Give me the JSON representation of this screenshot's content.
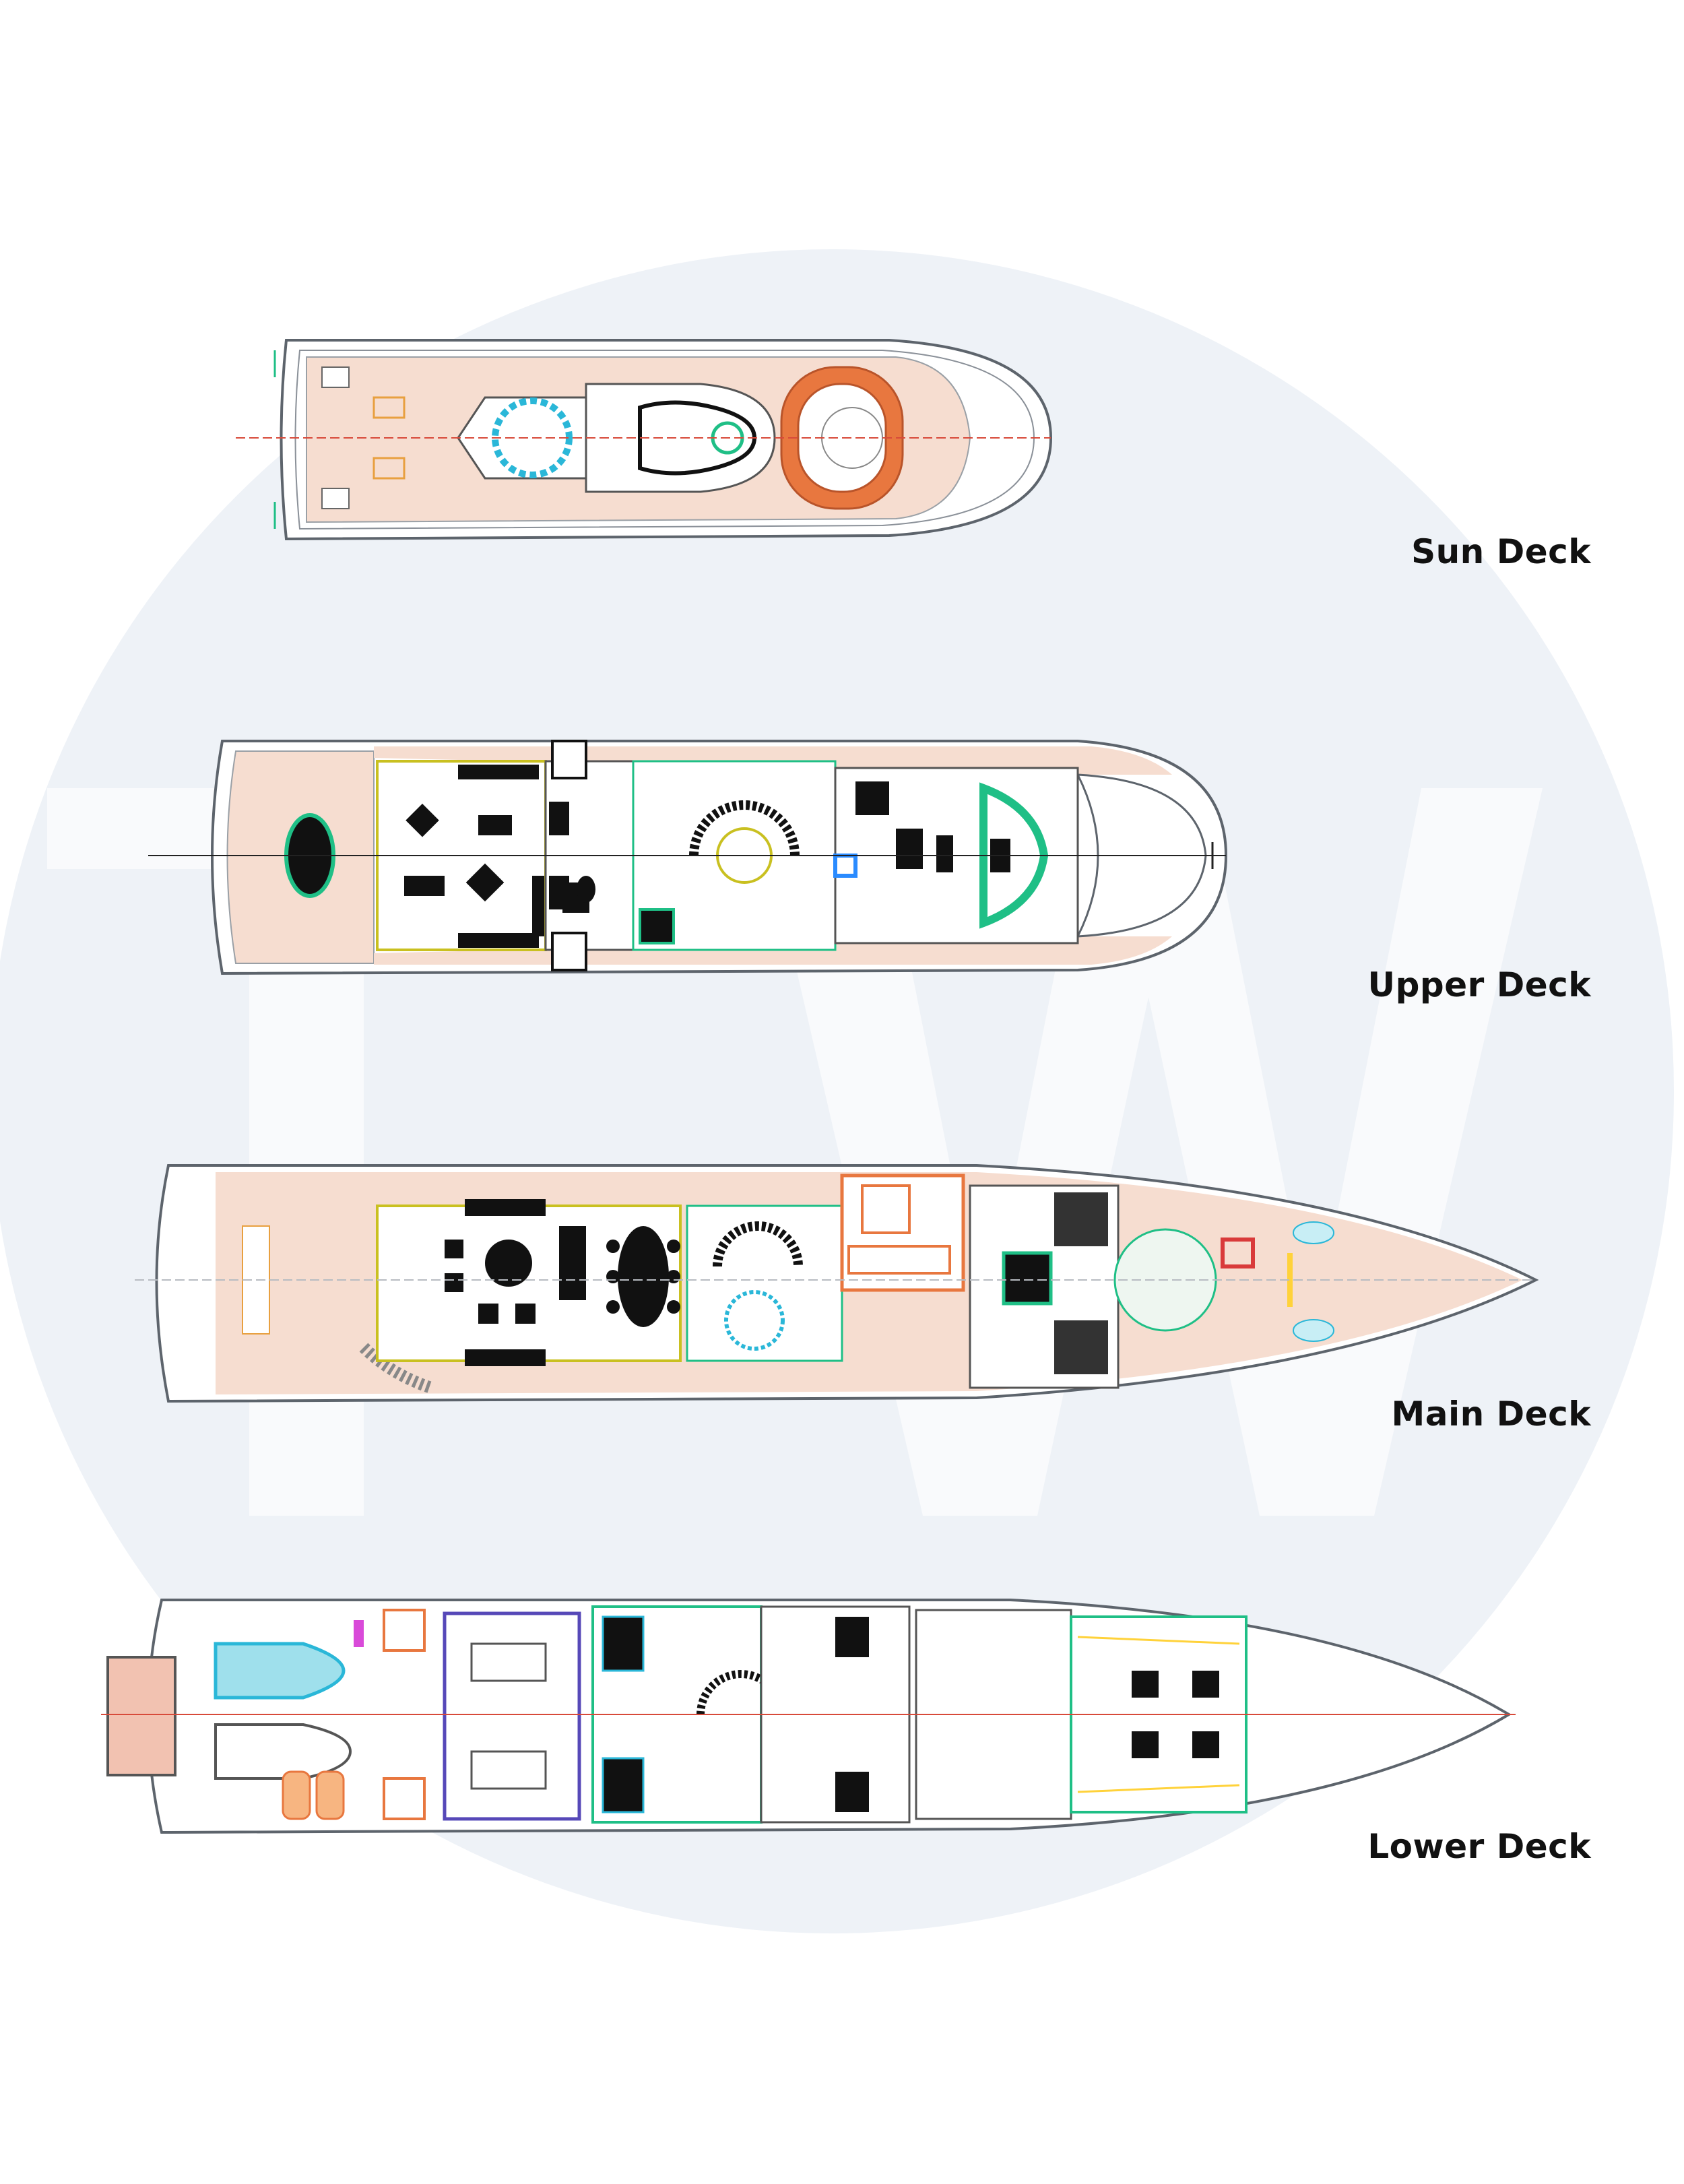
{
  "decks": [
    {
      "id": "sun",
      "label": "Sun Deck"
    },
    {
      "id": "upper",
      "label": "Upper Deck"
    },
    {
      "id": "main",
      "label": "Main Deck"
    },
    {
      "id": "lower",
      "label": "Lower Deck"
    }
  ],
  "watermark": {
    "monogram": "TW",
    "colors": {
      "circle": "#eef2f7",
      "letters": "#f9fafc"
    }
  },
  "colors": {
    "hull_stroke": "#5d646c",
    "deck_fill": "#f6ddd0",
    "interior_fill": "#ffffff",
    "furniture": "#111111",
    "accent_green": "#1fbf86",
    "accent_cyan": "#2ab7d8",
    "accent_orange": "#e8773f",
    "accent_red": "#d93a3a",
    "accent_purple": "#5648b8",
    "centerline": "#d84a3a"
  }
}
